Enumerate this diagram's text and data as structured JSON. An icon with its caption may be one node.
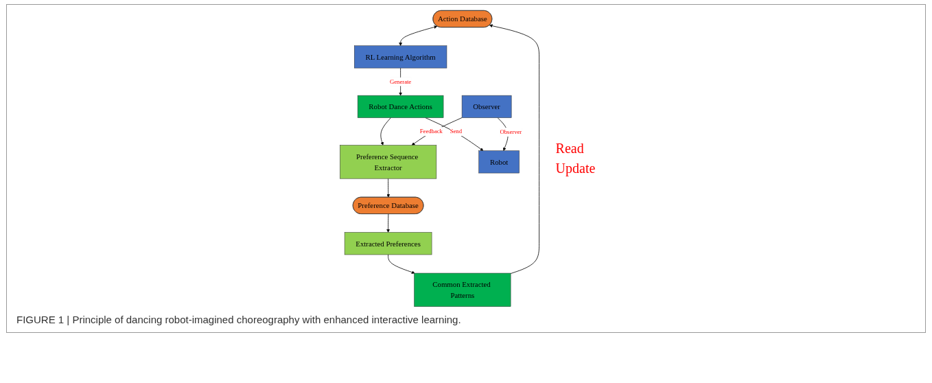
{
  "diagram": {
    "caption": "FIGURE 1 | Principle of dancing robot-imagined choreography with enhanced interactive learning.",
    "nodes": [
      {
        "text": [
          "Action Database"
        ]
      },
      {
        "text": [
          "Common Extracted Patterns"
        ]
      },
      {
        "text": [
          "Extracted Preferences"
        ]
      },
      {
        "text": [
          "Preference Database"
        ]
      },
      {
        "text": [
          "RL Learning Algorithm"
        ]
      },
      {
        "text": [
          "Robot Dance Actions"
        ]
      },
      {
        "text": [
          "Preference Sequence Extractor"
        ]
      },
      {
        "text": [
          "Robot"
        ]
      },
      {
        "text": [
          "Observer"
        ]
      }
    ],
    "edges": [
      {
        "from": 1,
        "to": 0,
        "arrow": "to"
      },
      {
        "from": 2,
        "to": 1,
        "arrow": "to"
      },
      {
        "from": 3,
        "to": 2,
        "arrow": "to"
      },
      {
        "from": 0,
        "to": 4,
        "arrow": "both"
      },
      {
        "from": 4,
        "to": 5,
        "arrow": "to",
        "label": "Generate"
      },
      {
        "from": 5,
        "to": 6,
        "arrow": "to"
      },
      {
        "from": 6,
        "to": 3,
        "arrow": "to"
      },
      {
        "from": 5,
        "to": 7,
        "arrow": "to",
        "label": "Send"
      },
      {
        "from": 8,
        "to": 6,
        "arrow": "to",
        "label": "Feedback"
      },
      {
        "from": 8,
        "to": 7,
        "arrow": "to",
        "label": "Observer"
      }
    ],
    "labels": [
      "Read",
      "Update"
    ]
  }
}
